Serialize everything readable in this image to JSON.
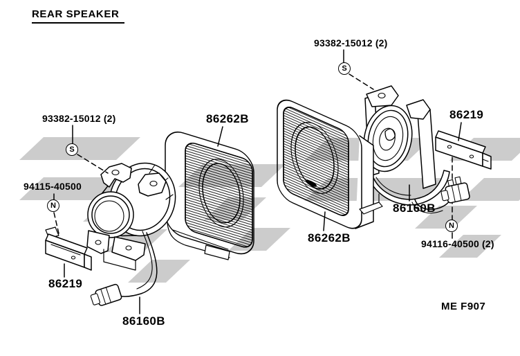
{
  "title": "REAR SPEAKER",
  "diagram_code": "ME F907",
  "markers": {
    "screw_symbol": "S",
    "nut_symbol": "N"
  },
  "left_assembly": {
    "screw_label": "93382-15012 (2)",
    "nut_label": "94115-40500",
    "bracket_label": "86219",
    "speaker_label": "86160B",
    "grille_label": "86262B"
  },
  "right_assembly": {
    "screw_label": "93382-15012 (2)",
    "bracket_label": "86219",
    "speaker_label": "86160B",
    "grille_label": "86262B",
    "nut_label": "94116-40500 (2)"
  },
  "colors": {
    "ink": "#000000",
    "watermark": "#cccccc",
    "background": "#ffffff"
  }
}
